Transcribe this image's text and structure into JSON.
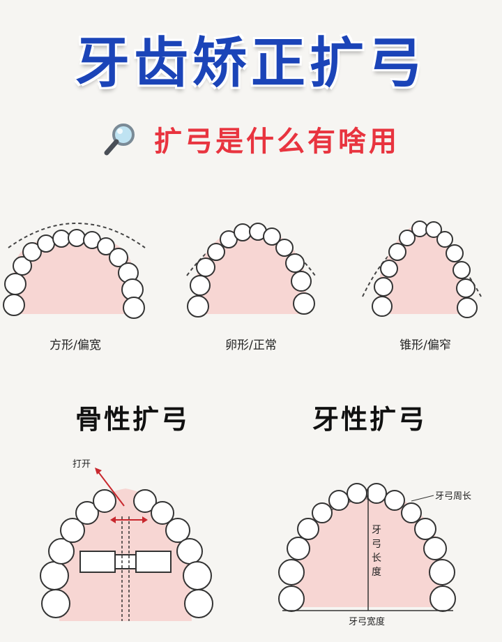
{
  "title": "牙齿矫正扩弓",
  "subtitle": "扩弓是什么有啥用",
  "arch_shapes": [
    {
      "label": "方形/偏宽"
    },
    {
      "label": "卵形/正常"
    },
    {
      "label": "锥形/偏窄"
    }
  ],
  "sections": {
    "skeletal": {
      "title": "骨性扩弓",
      "open_label": "打开"
    },
    "dental": {
      "title": "牙性扩弓",
      "perimeter_label": "牙弓周长",
      "length_label": "牙弓长度",
      "width_label": "牙弓宽度"
    }
  },
  "colors": {
    "title": "#1b44b8",
    "subtitle": "#e8343f",
    "palate": "#f7d6d3",
    "arrow": "#c8282e"
  },
  "icons": [
    "magnifier-icon"
  ]
}
